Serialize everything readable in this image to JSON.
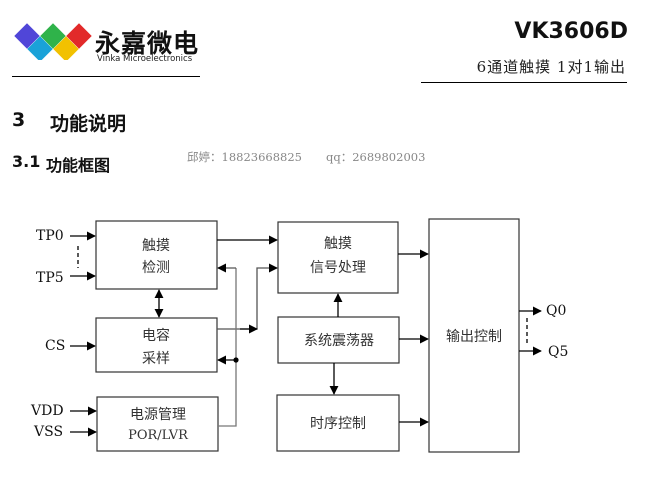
{
  "header": {
    "logo": {
      "name_cn": "永嘉微电",
      "name_en": "Vinka Microelectronics",
      "colors": [
        "#5046d8",
        "#1aa2d8",
        "#2fb34a",
        "#f2c100",
        "#e22a2a"
      ]
    },
    "model": "VK3606D",
    "subtitle": "6通道触摸 1对1输出"
  },
  "section": {
    "number": "3",
    "title": "功能说明",
    "subsection_number": "3.1",
    "subsection_title": "功能框图"
  },
  "contact": {
    "person": "邱婷：18823668825",
    "qq": "qq：2689802003"
  },
  "diagram": {
    "inputs": {
      "tp0": "TP0",
      "tp5": "TP5",
      "cs": "CS",
      "vdd": "VDD",
      "vss": "VSS"
    },
    "outputs": {
      "q0": "Q0",
      "q5": "Q5"
    },
    "blocks": {
      "touch_detect": [
        "触摸",
        "检测"
      ],
      "cap_sample": [
        "电容",
        "采样"
      ],
      "power": [
        "电源管理",
        "POR/LVR"
      ],
      "signal_proc": [
        "触摸",
        "信号处理"
      ],
      "oscillator": "系统震荡器",
      "timing": "时序控制",
      "output_ctrl": "输出控制"
    }
  }
}
